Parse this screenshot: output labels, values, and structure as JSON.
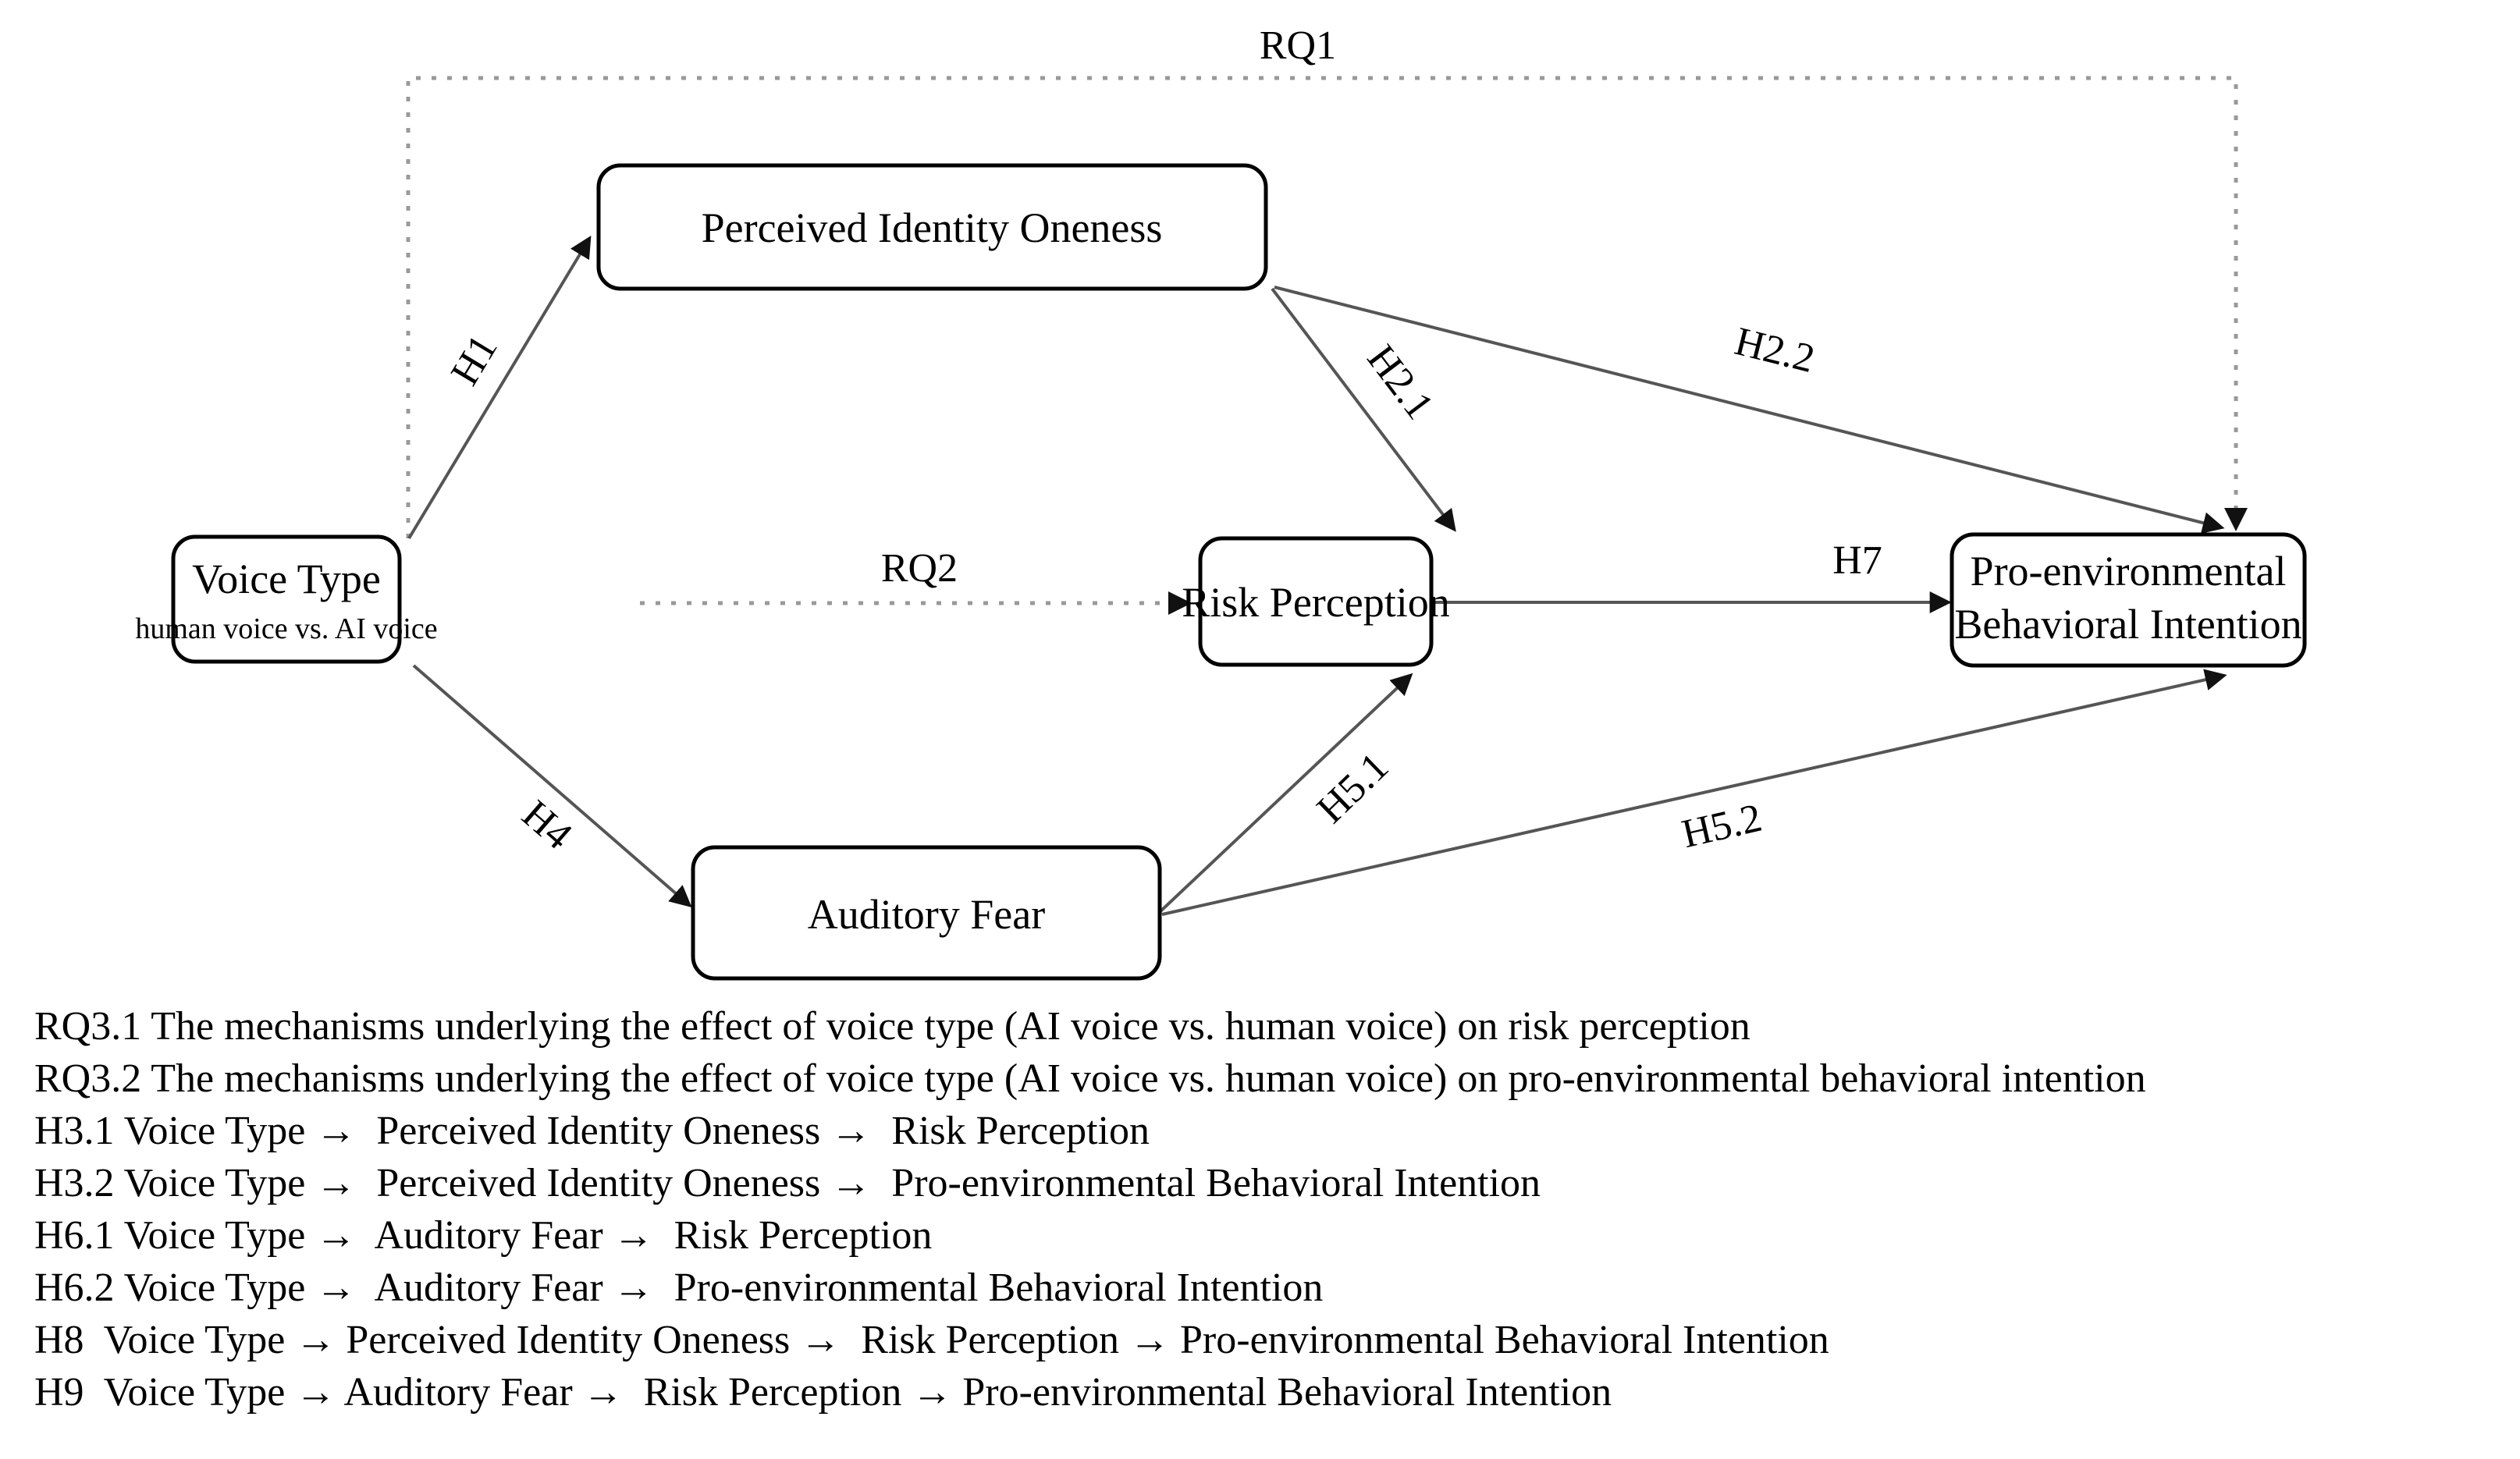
{
  "diagram": {
    "nodes": {
      "voice_type": {
        "title": "Voice Type",
        "subtitle": "human voice vs. AI voice"
      },
      "perceived_identity_oneness": {
        "title": "Perceived Identity Oneness"
      },
      "risk_perception": {
        "title": "Risk Perception"
      },
      "auditory_fear": {
        "title": "Auditory Fear"
      },
      "pro_environmental": {
        "title_line1": "Pro-environmental",
        "title_line2": "Behavioral Intention"
      }
    },
    "edge_labels": {
      "rq1": "RQ1",
      "rq2": "RQ2",
      "h1": "H1",
      "h2_1": "H2.1",
      "h2_2": "H2.2",
      "h4": "H4",
      "h5_1": "H5.1",
      "h5_2": "H5.2",
      "h7": "H7"
    },
    "colors": {
      "node_stroke": "#000000",
      "node_fill": "#ffffff",
      "solid_edge": "#555555",
      "dotted_edge": "#999999",
      "text": "#000000"
    }
  },
  "notes": [
    "RQ3.1 The mechanisms underlying the effect of voice type (AI voice vs. human voice) on risk perception",
    "RQ3.2 The mechanisms underlying the effect of voice type (AI voice vs. human voice) on pro-environmental behavioral intention",
    "H3.1 Voice Type →  Perceived Identity Oneness →  Risk Perception",
    "H3.2 Voice Type →  Perceived Identity Oneness →  Pro-environmental Behavioral Intention",
    "H6.1 Voice Type →  Auditory Fear →  Risk Perception",
    "H6.2 Voice Type →  Auditory Fear →  Pro-environmental Behavioral Intention",
    "H8  Voice Type → Perceived Identity Oneness →  Risk Perception → Pro-environmental Behavioral Intention",
    "H9  Voice Type → Auditory Fear →  Risk Perception → Pro-environmental Behavioral Intention"
  ]
}
